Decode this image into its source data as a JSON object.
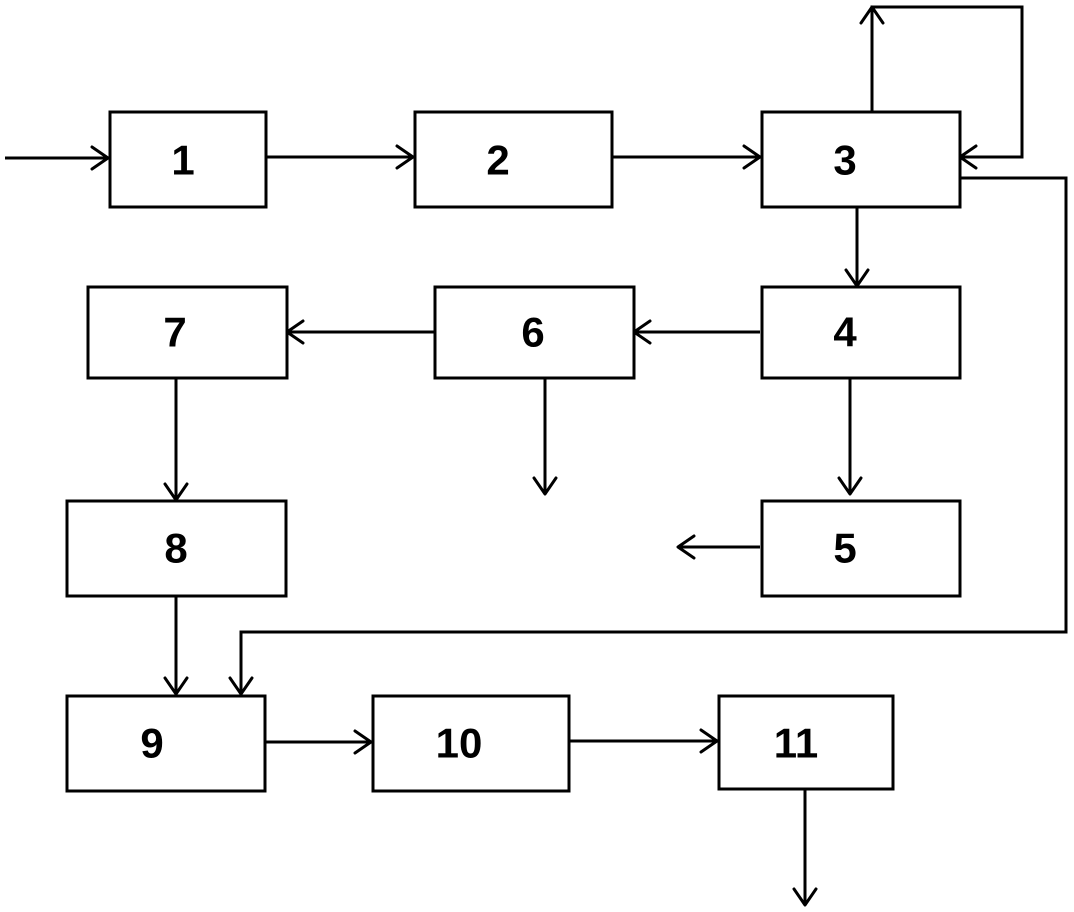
{
  "diagram": {
    "boxes": [
      {
        "id": "1",
        "label": "1"
      },
      {
        "id": "2",
        "label": "2"
      },
      {
        "id": "3",
        "label": "3"
      },
      {
        "id": "4",
        "label": "4"
      },
      {
        "id": "5",
        "label": "5"
      },
      {
        "id": "6",
        "label": "6"
      },
      {
        "id": "7",
        "label": "7"
      },
      {
        "id": "8",
        "label": "8"
      },
      {
        "id": "9",
        "label": "9"
      },
      {
        "id": "10",
        "label": "10"
      },
      {
        "id": "11",
        "label": "11"
      }
    ],
    "connections": [
      {
        "from": "external",
        "to": "1"
      },
      {
        "from": "1",
        "to": "2"
      },
      {
        "from": "2",
        "to": "3"
      },
      {
        "from": "3",
        "to": "3"
      },
      {
        "from": "3",
        "to": "4"
      },
      {
        "from": "3",
        "to": "9"
      },
      {
        "from": "4",
        "to": "6"
      },
      {
        "from": "4",
        "to": "5"
      },
      {
        "from": "5",
        "to": "output"
      },
      {
        "from": "6",
        "to": "7"
      },
      {
        "from": "6",
        "to": "output"
      },
      {
        "from": "7",
        "to": "8"
      },
      {
        "from": "8",
        "to": "9"
      },
      {
        "from": "9",
        "to": "10"
      },
      {
        "from": "10",
        "to": "11"
      },
      {
        "from": "11",
        "to": "output"
      }
    ]
  }
}
